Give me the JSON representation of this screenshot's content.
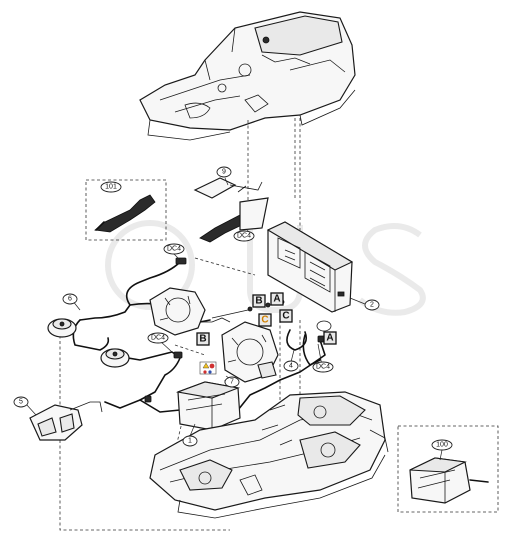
{
  "callouts": {
    "c101": "101",
    "c9": "9",
    "c2": "2",
    "c6": "6",
    "c5": "5",
    "c1": "1",
    "c7": "7",
    "c4": "4",
    "c100": "100"
  },
  "connectors": {
    "dc4_top": "DC4",
    "dc4_holder": "DC4",
    "dc4_left": "DC4",
    "dc4_right": "DC4"
  },
  "letters": {
    "b_top": "B",
    "a_top": "A",
    "c_mid": "C",
    "c_right": "C",
    "b_left": "B",
    "a_right": "A"
  },
  "colors": {
    "letter_a": "#111111",
    "letter_b": "#111111",
    "letter_c": "#d08000",
    "letter_box_fill": "#e8e8e8",
    "warning_triangle": "#f0c020",
    "warning_circle": "#d03030"
  }
}
